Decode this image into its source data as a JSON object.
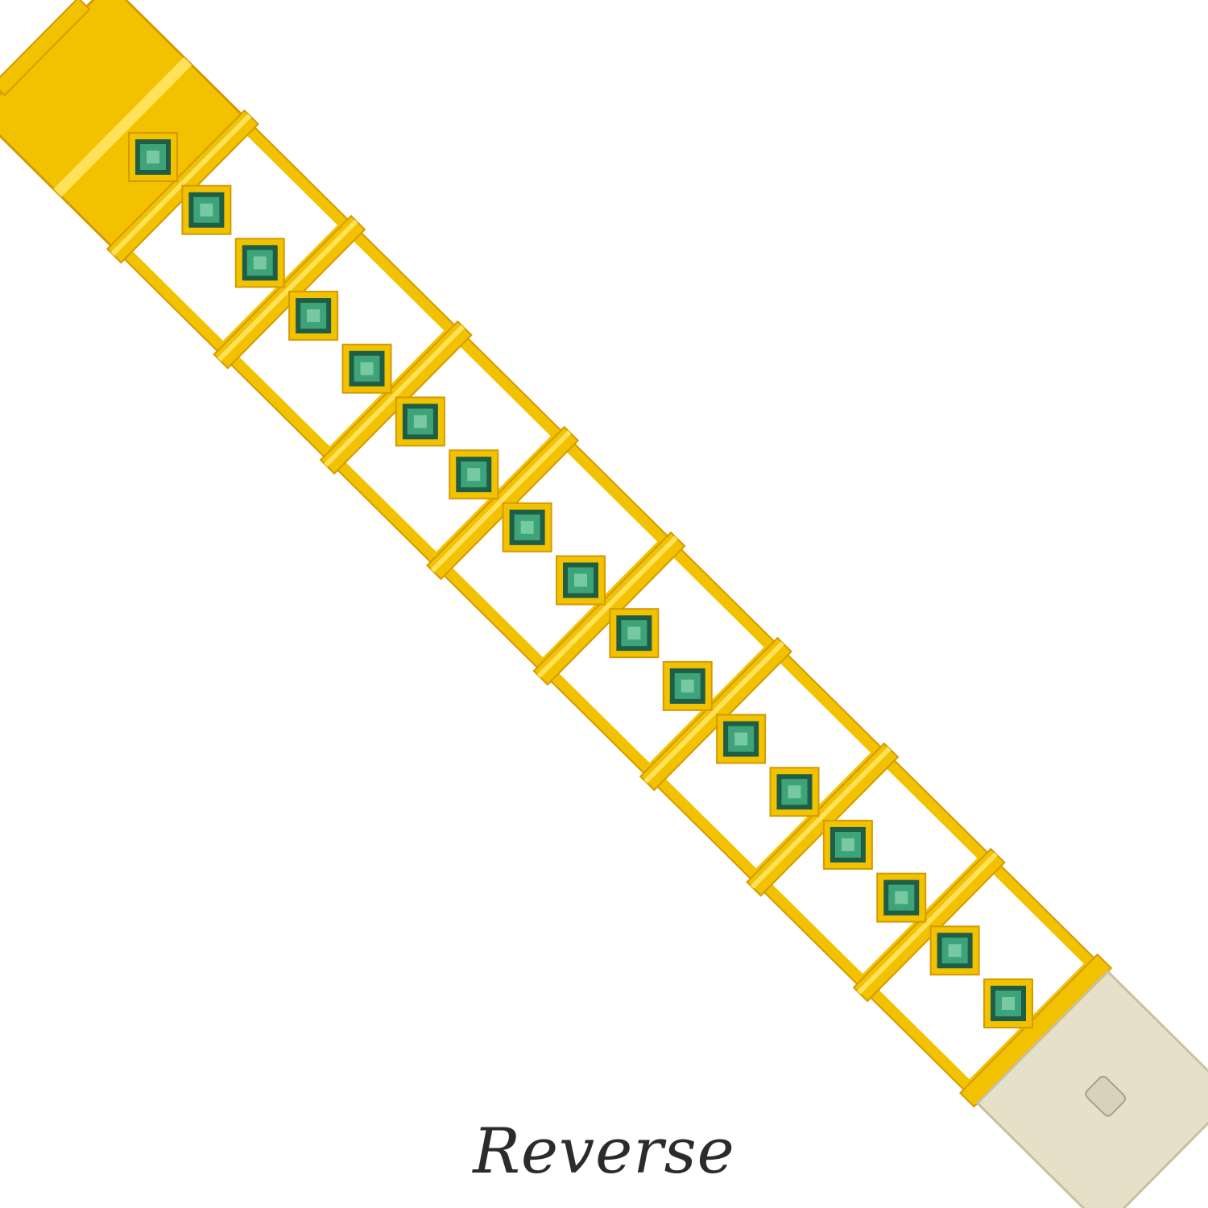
{
  "caption": "Reverse",
  "bracelet": {
    "link_count": 8,
    "stone_count": 17,
    "colors": {
      "gold": "#f2c200",
      "gold_dark": "#d49a00",
      "gold_light": "#ffe25a",
      "stone": "#3fa37a",
      "stone_dark": "#1e5e46",
      "stone_light": "#8fd8b0",
      "clasp_plate": "#e6e0c8"
    }
  }
}
